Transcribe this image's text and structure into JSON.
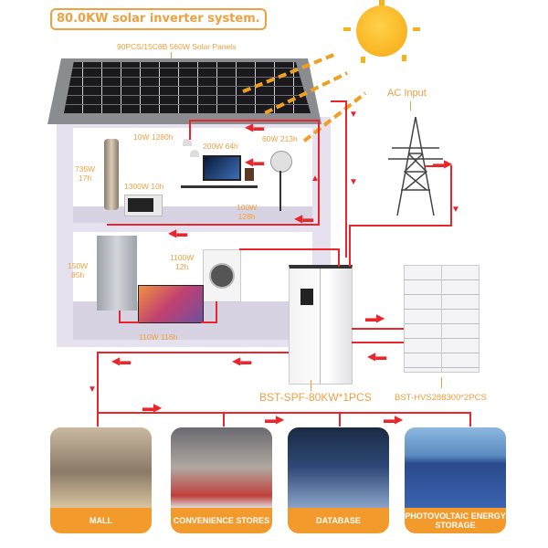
{
  "header": {
    "title": "80.0KW solar inverter system."
  },
  "solar_panels": {
    "label": "90PCS/15C6B 560W Solar Panels"
  },
  "grid": {
    "label": "AC Input"
  },
  "appliances": {
    "lights": "10W 1280h",
    "tower_fan_power": "735W",
    "tower_fan_hours": "17h",
    "microwave": "1300W 10h",
    "computer": "200W 64h",
    "speaker_power": "100W",
    "speaker_hours": "128h",
    "fan": "60W 213h",
    "fridge_power": "150W",
    "fridge_hours": "85h",
    "washer_power": "1100W",
    "washer_hours": "12h",
    "tv": "110W 116h"
  },
  "inverter": {
    "label": "BST-SPF-80KW*1PCS"
  },
  "battery": {
    "label": "BST-HVS288300*2PCS"
  },
  "applications": [
    {
      "label": "MALL",
      "icon": "mall-photo"
    },
    {
      "label": "CONVENIENCE STORES",
      "icon": "store-photo"
    },
    {
      "label": "DATABASE",
      "icon": "datacenter-photo"
    },
    {
      "label": "PHOTOVOLTAIC ENERGY STORAGE",
      "icon": "pv-field-photo"
    }
  ],
  "colors": {
    "accent_orange": "#f0a040",
    "wire_red": "#e8262c",
    "card_orange": "#f39a2c"
  }
}
